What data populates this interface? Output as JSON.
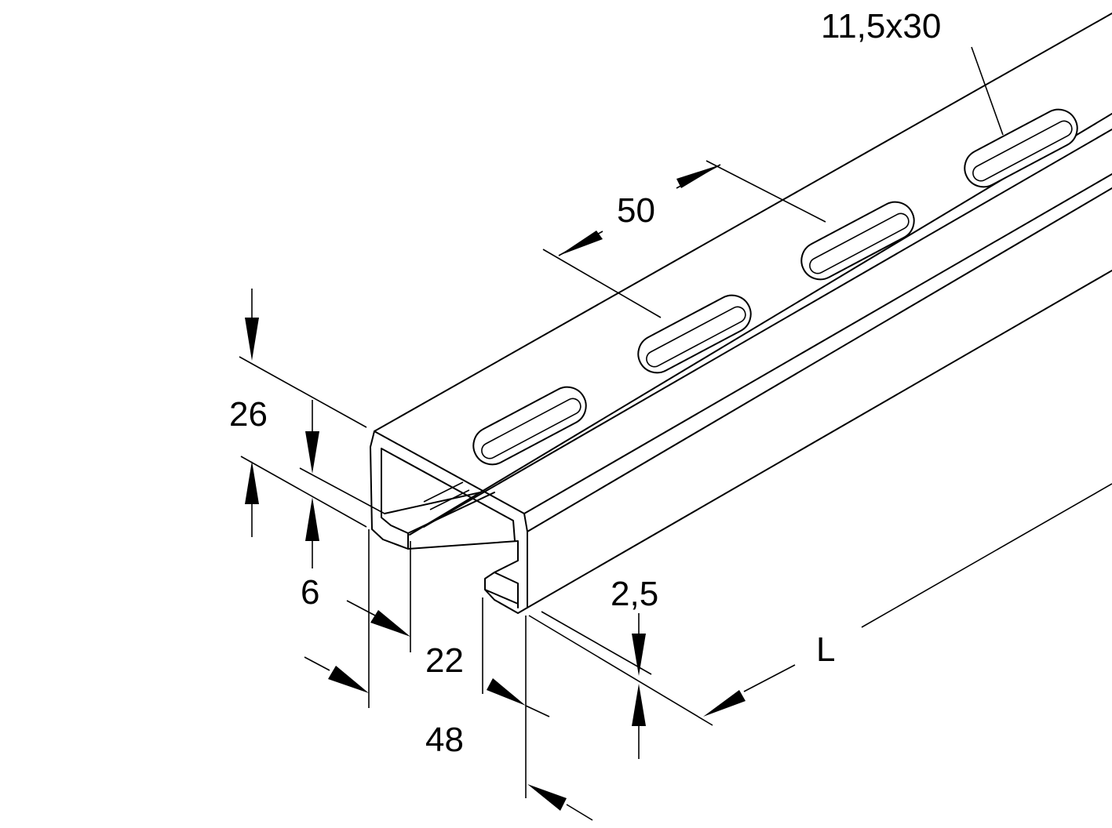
{
  "dimensions": {
    "slot_size": "11,5x30",
    "slot_pitch": "50",
    "height": "26",
    "lip_depth": "6",
    "slot_opening": "22",
    "width": "48",
    "thickness": "2,5",
    "length": "L"
  }
}
